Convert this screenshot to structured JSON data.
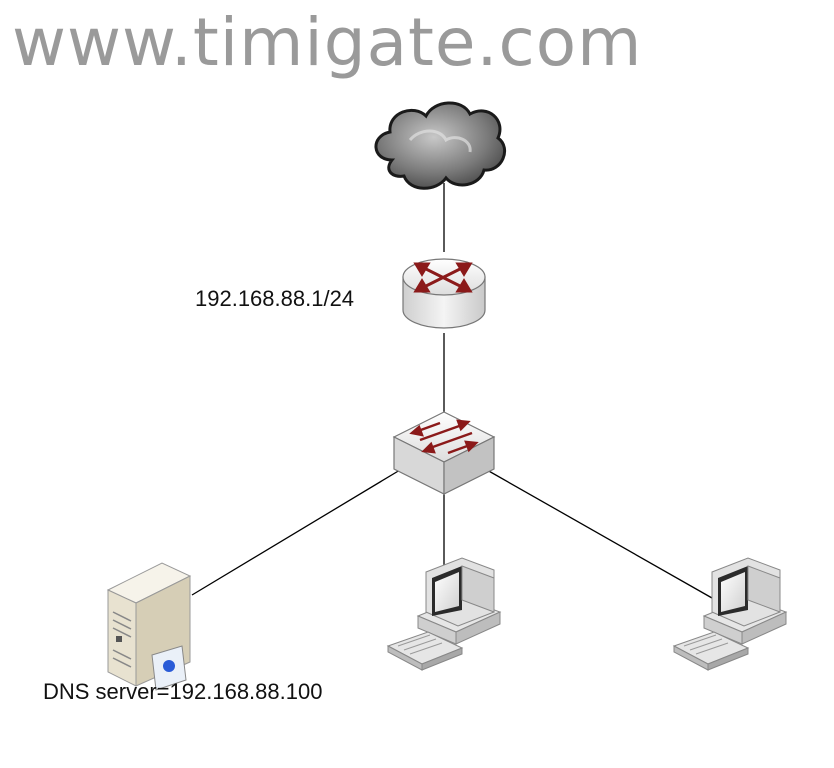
{
  "watermark": {
    "text": "www.timigate.com"
  },
  "router": {
    "label": "192.168.88.1/24",
    "icon": "router-icon"
  },
  "internet": {
    "icon": "cloud-icon"
  },
  "switch": {
    "icon": "switch-icon"
  },
  "server": {
    "label": "DNS server=192.168.88.100",
    "icon": "server-icon"
  },
  "workstations": [
    {
      "icon": "workstation-icon"
    },
    {
      "icon": "workstation-icon"
    }
  ],
  "colors": {
    "link": "#000000",
    "arrow": "#8b1a1a",
    "watermark": "#9a9a9a",
    "device_body": "#e6e6e6",
    "cloud": "#555555"
  }
}
